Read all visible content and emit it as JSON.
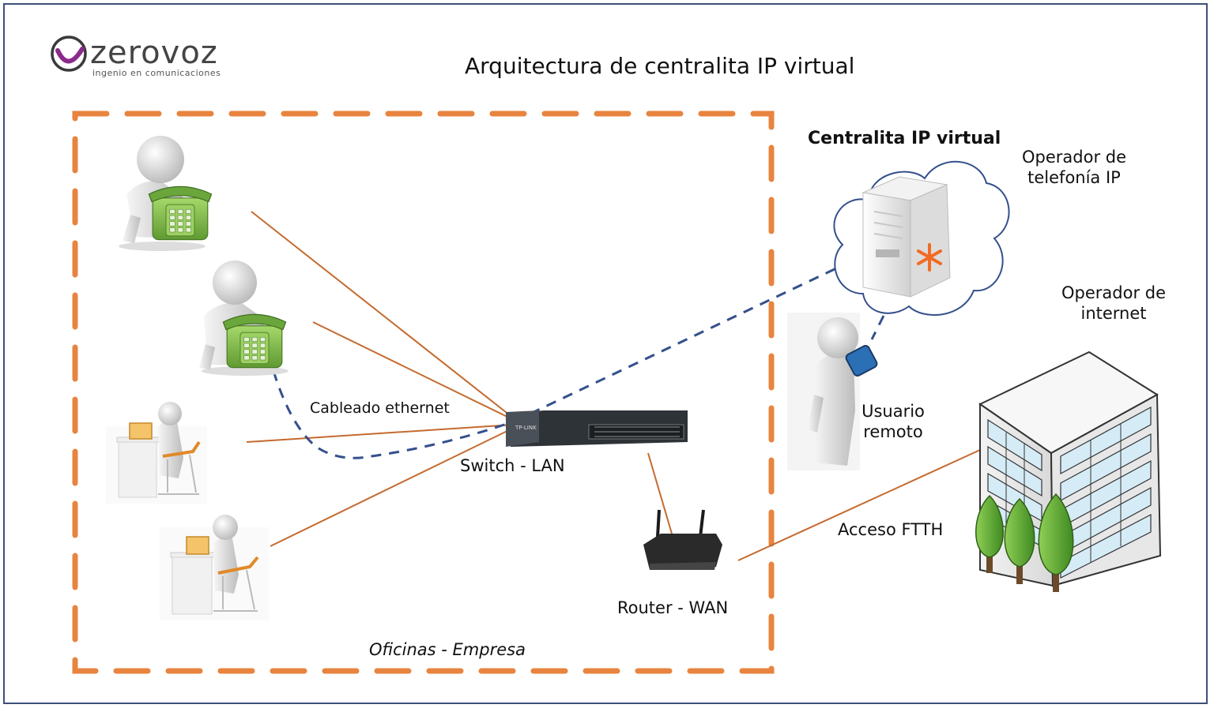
{
  "title": "Arquitectura de centralita IP virtual",
  "logo": {
    "wordmark": "zerovoz",
    "tagline": "ingenio en comunicaciones"
  },
  "labels": {
    "pbx": "Centralita IP virtual",
    "ip_operator_line1": "Operador de",
    "ip_operator_line2": "telefonía IP",
    "internet_operator_line1": "Operador de",
    "internet_operator_line2": "internet",
    "remote_user_line1": "Usuario",
    "remote_user_line2": "remoto",
    "cabling": "Cableado ethernet",
    "switch": "Switch - LAN",
    "router": "Router - WAN",
    "ftth": "Acceso FTTH",
    "office": "Oficinas - Empresa",
    "switch_brand": "TP-LINK"
  },
  "colors": {
    "office_border": "#e8843f",
    "cable": "#c46a2e",
    "voip_link": "#34508c",
    "phone": "#7db84a",
    "tree": "#4f9a2a",
    "frame": "#3e4f7a",
    "asterisk": "#f26b22"
  },
  "icons": [
    "person-phone-icon",
    "person-desk-icon",
    "network-switch-icon",
    "wifi-router-icon",
    "cloud-icon",
    "server-icon",
    "building-icon",
    "tree-icon",
    "smartphone-icon"
  ]
}
